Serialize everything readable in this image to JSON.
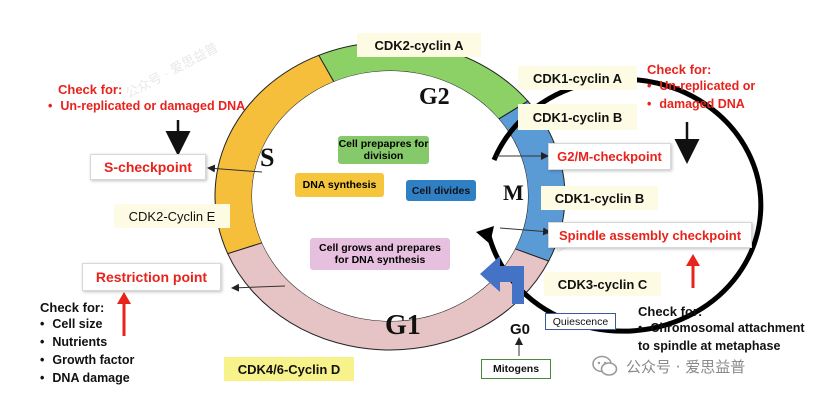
{
  "cycle": {
    "phases": {
      "s": "S",
      "g2": "G2",
      "m": "M",
      "g1": "G1",
      "g0": "G0"
    },
    "inner_labels": {
      "prepares_division": "Cell prepapres for division",
      "dna_synthesis": "DNA synthesis",
      "cell_divides": "Cell divides",
      "grows_prepares": "Cell grows and prepares for DNA synthesis"
    },
    "colors": {
      "s": "#f5bf3c",
      "g2": "#8cd165",
      "m": "#5b9bd5",
      "g1": "#e6c3c5",
      "arrow": "#4472c4"
    }
  },
  "cyclins": {
    "cdk2_a": "CDK2-cyclin A",
    "cdk1_a": "CDK1-cyclin A",
    "cdk1_b_top": "CDK1-cyclin B",
    "cdk1_b_mid": "CDK1-cyclin B",
    "cdk2_e": "CDK2-Cyclin E",
    "cdk3_c": "CDK3-cyclin C",
    "cdk46_d": "CDK4/6-Cyclin D"
  },
  "checkpoints": {
    "s": "S-checkpoint",
    "g2m": "G2/M-checkpoint",
    "spindle": "Spindle assembly checkpoint",
    "restriction": "Restriction point"
  },
  "check_lists": {
    "s": {
      "title": "Check for:",
      "items": [
        "Un-replicated or damaged DNA"
      ]
    },
    "g2m": {
      "title": "Check for:",
      "items": [
        "Un-replicated or",
        "damaged DNA"
      ]
    },
    "spindle": {
      "title": "Check for:",
      "items": [
        "Chromosomal attachment"
      ],
      "continuation": "to spindle at metaphase"
    },
    "restriction": {
      "title": "Check for:",
      "items": [
        "Cell size",
        "Nutrients",
        "Growth factor",
        "DNA damage"
      ]
    }
  },
  "side": {
    "quiescence": "Quiescence",
    "mitogens": "Mitogens"
  },
  "watermark": {
    "main": "公众号 · 爱思益普"
  }
}
